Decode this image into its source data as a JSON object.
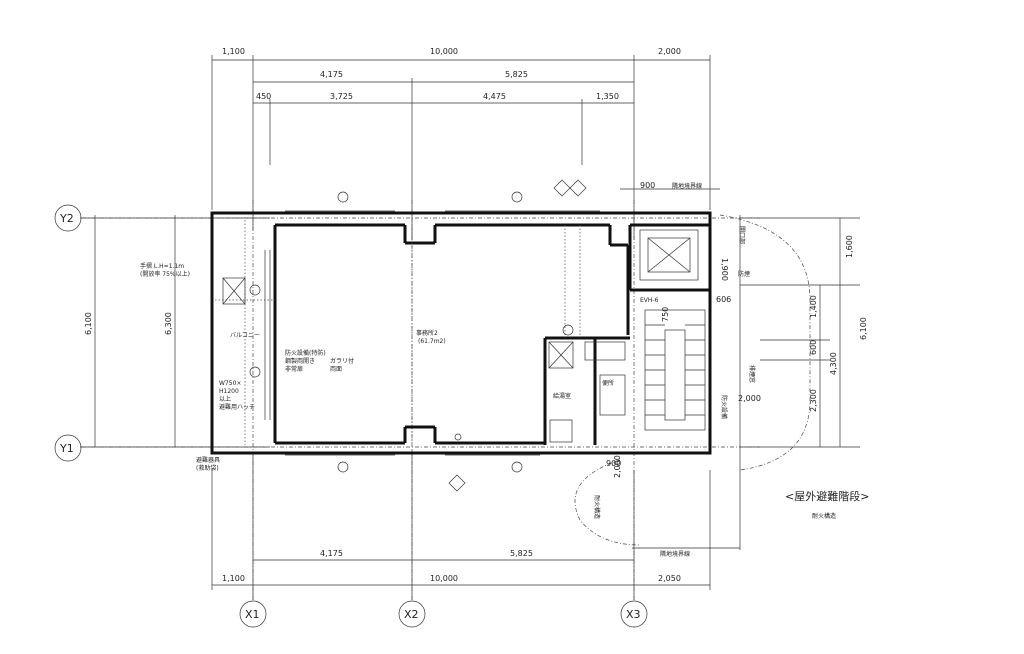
{
  "dims_top_row1": [
    "1,100",
    "10,000",
    "2,000"
  ],
  "dims_top_row2": [
    "4,175",
    "5,825"
  ],
  "dims_top_row3": [
    "450",
    "3,725",
    "4,475",
    "1,350"
  ],
  "dims_bottom_row1": [
    "4,175",
    "5,825"
  ],
  "dims_bottom_row2": [
    "1,100",
    "10,000",
    "2,050"
  ],
  "dims_left": [
    "6,100",
    "6,300"
  ],
  "dims_right": [
    "1,600",
    "6,100",
    "1,400",
    "600",
    "4,300",
    "2,300"
  ],
  "dims_misc": [
    "900",
    "900",
    "1,900",
    "2,000",
    "2,000",
    "750",
    "606"
  ],
  "grid_x": [
    "X1",
    "X2",
    "X3"
  ],
  "grid_y": [
    "Y2",
    "Y1"
  ],
  "room_office_name": "事務所2",
  "room_office_area": "(61.7m2)",
  "room_fire_lines": [
    "防火設備(特防)",
    "鋼製両開き",
    "ガラリ付",
    "非常扉",
    "両面"
  ],
  "balcony_label": "バルコニー",
  "hall_label": "給湯室",
  "toilet_label": "便所",
  "ev_label": "EVH-6",
  "handrail_label": "手摺 L.H=1.1m",
  "handrail_note": "(開放率 75%以上)",
  "window_lines": [
    "W750×",
    "H1200",
    "以上",
    "避難用ハッチ"
  ],
  "boundary_top": "隣地境界線",
  "boundary_bottom": "隣地境界線",
  "stair_title": "<屋外避難階段>",
  "stair_sub": "耐火構造",
  "misc_labels": [
    "避難器具",
    "(救助袋)",
    "防煙",
    "排煙窓",
    "開口部",
    "防火設備",
    "耐火構造"
  ]
}
